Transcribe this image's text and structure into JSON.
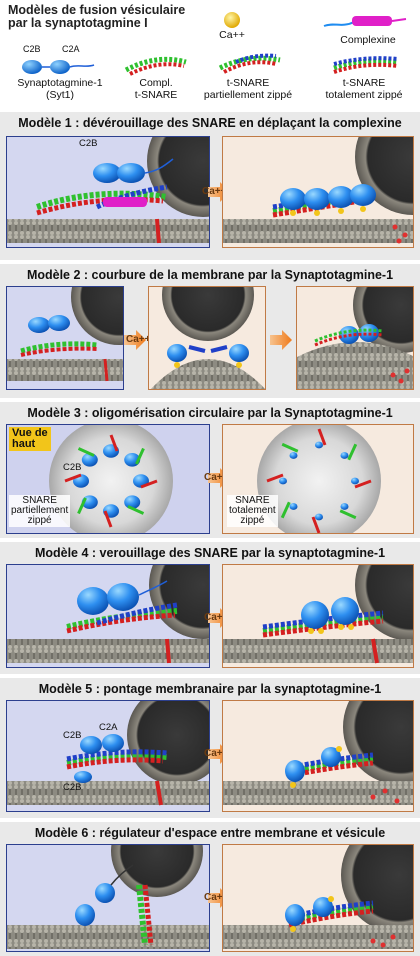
{
  "header": {
    "title_line1": "Modèles de fusion vésiculaire",
    "title_line2": "par la synaptotagmine I"
  },
  "legend": {
    "calcium": "Ca++",
    "complexin": "Complexine",
    "c2b": "C2B",
    "c2a": "C2A",
    "syt_line1": "Synaptotagmine-1",
    "syt_line2": "(Syt1)",
    "compl_line1": "Compl.",
    "compl_line2": "t-SNARE",
    "partial_line1": "t-SNARE",
    "partial_line2": "partiellement zippé",
    "full_line1": "t-SNARE",
    "full_line2": "totalement zippé"
  },
  "models": [
    {
      "title": "Modèle 1 : dévérouillage des SNARE en déplaçant la complexine",
      "arrow": "Ca++"
    },
    {
      "title": "Modèle 2 : courbure de la membrane par la Synaptotagmine-1",
      "arrow": "Ca++"
    },
    {
      "title": "Modèle 3 : oligomérisation circulaire par la Synaptotagmine-1",
      "arrow": "Ca++"
    },
    {
      "title": "Modèle 4 : verouillage des SNARE par la synaptotagmine-1",
      "arrow": "Ca++"
    },
    {
      "title": "Modèle 5 : pontage membranaire par la synaptotagmine-1",
      "arrow": "Ca++"
    },
    {
      "title": "Modèle 6 : régulateur d'espace entre membrane et vésicule",
      "arrow": "Ca++"
    }
  ],
  "annotations": {
    "m1_c2b": "C2B",
    "m3_view_line1": "Vue de",
    "m3_view_line2": "haut",
    "m3_c2b": "C2B",
    "m3_left_line1": "SNARE",
    "m3_left_line2": "partiellement",
    "m3_left_line3": "zippé",
    "m3_right_line1": "SNARE",
    "m3_right_line2": "totalement",
    "m3_right_line3": "zippé",
    "m5_c2b_top": "C2B",
    "m5_c2a": "C2A",
    "m5_c2b_bottom": "C2B"
  },
  "colors": {
    "accent_blue": "#1f7fe0",
    "snare_red": "#d42020",
    "snare_green": "#2fc02f",
    "snare_blue": "#2040c8",
    "complexin_magenta": "#e020c8",
    "calcium_yellow": "#f2c51a",
    "arrow_orange": "#f08a30",
    "panel_before_border": "#2c3f8e",
    "panel_after_border": "#c07a45"
  }
}
